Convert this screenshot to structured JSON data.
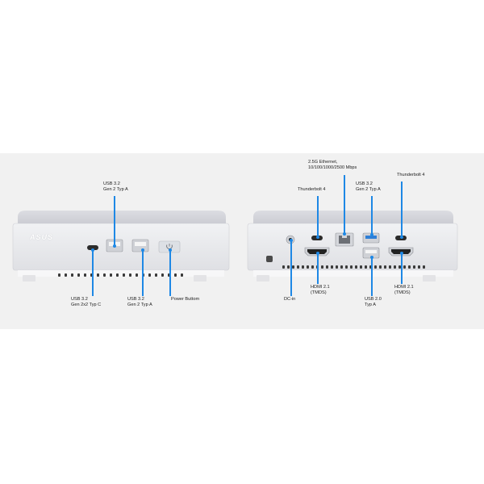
{
  "front": {
    "brand_logo": "ASUS",
    "labels": {
      "usb32_gen2_top": [
        "USB 3.2",
        "Gen 2 Typ A"
      ],
      "usb32_gen2x2_typec": [
        "USB 3.2",
        "Gen 2x2 Typ C"
      ],
      "usb32_gen2_bottom": [
        "USB 3.2",
        "Gen 2 Typ A"
      ],
      "power_button": [
        "Power Buttom"
      ]
    }
  },
  "rear": {
    "labels": {
      "ethernet": [
        "2.5G Ethernet,",
        "10/100/1000/2500 Mbps"
      ],
      "thunderbolt_left": [
        "Thunderbolt 4"
      ],
      "usb32_gen2": [
        "USB 3.2",
        "Gen 2 Typ A"
      ],
      "thunderbolt_right": [
        "Thunderbolt 4"
      ],
      "dc_in": [
        "DC-in"
      ],
      "hdmi_left": [
        "HDMI 2.1",
        "(TMDS)"
      ],
      "usb20": [
        "USB 2.0",
        "Typ A"
      ],
      "hdmi_right": [
        "HDMI 2.1",
        "(TMDS)"
      ]
    }
  },
  "colors": {
    "panel_bg": "#f1f1f1",
    "chassis": "#e9e9ec",
    "leader": "#1e88e5",
    "usb_blue": "#2f7fd6"
  }
}
